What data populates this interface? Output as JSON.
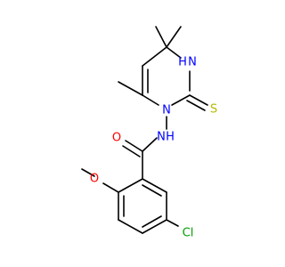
{
  "molecule": {
    "atoms": [
      {
        "id": "nh",
        "symbol": "N",
        "h": "H",
        "color": "#0000ff"
      },
      {
        "id": "n_ring",
        "symbol": "N",
        "color": "#0000ff"
      },
      {
        "id": "s",
        "symbol": "S",
        "color": "#b8b800"
      },
      {
        "id": "n_amide",
        "symbol": "N",
        "h": "H",
        "color": "#0000ff"
      },
      {
        "id": "o_carbonyl",
        "symbol": "O",
        "color": "#ff0000"
      },
      {
        "id": "o_methoxy",
        "symbol": "O",
        "color": "#ff0000"
      },
      {
        "id": "cl",
        "symbol": "Cl",
        "color": "#00a000"
      }
    ]
  }
}
